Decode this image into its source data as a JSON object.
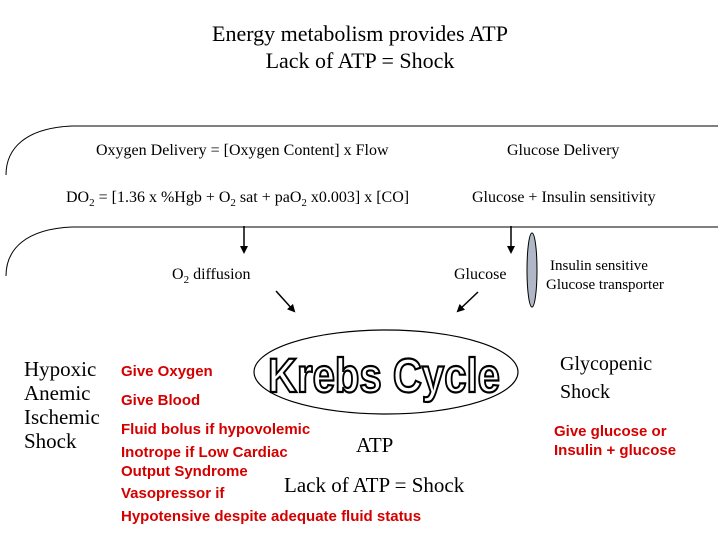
{
  "title": {
    "line1": "Energy metabolism provides ATP",
    "line2": "Lack of ATP = Shock"
  },
  "oxygen": {
    "delivery_label": "Oxygen Delivery = [Oxygen Content] x Flow",
    "eq": {
      "a": "DO",
      "a_sub": "2",
      "b": " = [1.36 x %Hgb + O",
      "b_sub": "2",
      "c": " sat + paO",
      "c_sub": "2",
      "d": " x0.003] x [CO]"
    },
    "diffusion": {
      "a": "O",
      "sub": "2",
      "b": " diffusion"
    }
  },
  "glucose": {
    "delivery_label": "Glucose Delivery",
    "sensitivity_label": "Glucose + Insulin sensitivity",
    "glucose_label": "Glucose",
    "transporter_line1": "Insulin sensitive",
    "transporter_line2": "Glucose transporter"
  },
  "krebs": {
    "text": "Krebs Cycle"
  },
  "atp_label": "ATP",
  "lack_label": "Lack of ATP = Shock",
  "shock_types": [
    "Hypoxic",
    "Anemic",
    "Ischemic",
    "Shock"
  ],
  "treatments": {
    "give_oxygen": "Give Oxygen",
    "give_blood": "Give Blood",
    "fluid_bolus": "Fluid bolus if hypovolemic",
    "inotrope": "Inotrope if Low Cardiac",
    "output_syndrome": "Output Syndrome",
    "vasopressor": "Vasopressor if",
    "hypotensive": "Hypotensive despite adequate fluid status"
  },
  "glycopenic": {
    "line1": "Glycopenic",
    "line2": "Shock"
  },
  "glucose_treatment": {
    "line1": "Give glucose or",
    "line2": "Insulin + glucose"
  },
  "colors": {
    "red": "#d40000",
    "krebs_fill": "#ffffff",
    "krebs_stroke": "#000000",
    "ellipse_fill": "#b0b8c8"
  }
}
